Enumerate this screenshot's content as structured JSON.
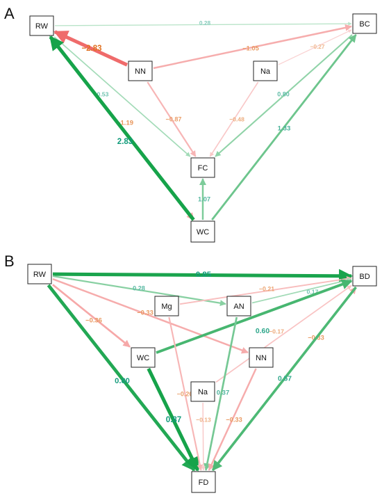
{
  "panels": [
    {
      "letter": "A",
      "nodes": [
        {
          "id": "RW",
          "label": "RW"
        },
        {
          "id": "BC",
          "label": "BC"
        },
        {
          "id": "NN",
          "label": "NN"
        },
        {
          "id": "Na",
          "label": "Na"
        },
        {
          "id": "FC",
          "label": "FC"
        },
        {
          "id": "WC",
          "label": "WC"
        }
      ],
      "edges": [
        {
          "from": "RW",
          "to": "BC",
          "value": 0.28,
          "label": "0.28"
        },
        {
          "from": "NN",
          "to": "RW",
          "value": -2.83,
          "label": "−2.83"
        },
        {
          "from": "NN",
          "to": "BC",
          "value": -1.05,
          "label": "−1.05"
        },
        {
          "from": "Na",
          "to": "BC",
          "value": -0.27,
          "label": "−0.27"
        },
        {
          "from": "RW",
          "to": "FC",
          "value": 0.53,
          "label": "0.53"
        },
        {
          "from": "RW",
          "to": "WC",
          "value": -1.19,
          "label": "−1.19"
        },
        {
          "from": "WC",
          "to": "RW",
          "value": 2.83,
          "label": "2.83"
        },
        {
          "from": "NN",
          "to": "FC",
          "value": -0.87,
          "label": "−0.87"
        },
        {
          "from": "Na",
          "to": "FC",
          "value": -0.48,
          "label": "−0.48"
        },
        {
          "from": "BC",
          "to": "FC",
          "value": 0.8,
          "label": "0.80"
        },
        {
          "from": "WC",
          "to": "BC",
          "value": 1.33,
          "label": "1.33"
        },
        {
          "from": "WC",
          "to": "FC",
          "value": 1.07,
          "label": "1.07"
        }
      ]
    },
    {
      "letter": "B",
      "nodes": [
        {
          "id": "RW",
          "label": "RW"
        },
        {
          "id": "BD",
          "label": "BD"
        },
        {
          "id": "Mg",
          "label": "Mg"
        },
        {
          "id": "AN",
          "label": "AN"
        },
        {
          "id": "WC",
          "label": "WC"
        },
        {
          "id": "NN",
          "label": "NN"
        },
        {
          "id": "Na",
          "label": "Na"
        },
        {
          "id": "FD",
          "label": "FD"
        }
      ],
      "edges": [
        {
          "from": "RW",
          "to": "BD",
          "value": 0.85,
          "label": "0.85"
        },
        {
          "from": "RW",
          "to": "AN",
          "value": 0.28,
          "label": "0.28"
        },
        {
          "from": "Mg",
          "to": "BD",
          "value": -0.21,
          "label": "−0.21"
        },
        {
          "from": "AN",
          "to": "BD",
          "value": 0.17,
          "label": "0.17"
        },
        {
          "from": "RW",
          "to": "NN",
          "value": -0.33,
          "label": "−0.33"
        },
        {
          "from": "RW",
          "to": "WC",
          "value": -0.36,
          "label": "−0.36"
        },
        {
          "from": "WC",
          "to": "BD",
          "value": 0.6,
          "label": "0.60"
        },
        {
          "from": "Na",
          "to": "BD",
          "value": -0.17,
          "label": "−0.17"
        },
        {
          "from": "FD",
          "to": "BD",
          "value": -0.33,
          "label": "−0.33"
        },
        {
          "from": "RW",
          "to": "FD",
          "value": 0.8,
          "label": "0.80"
        },
        {
          "from": "WC",
          "to": "FD",
          "value": 0.87,
          "label": "0.87"
        },
        {
          "from": "Mg",
          "to": "FD",
          "value": -0.26,
          "label": "−0.26"
        },
        {
          "from": "AN",
          "to": "FD",
          "value": 0.37,
          "label": "0.37"
        },
        {
          "from": "Na",
          "to": "FD",
          "value": -0.13,
          "label": "−0.13"
        },
        {
          "from": "NN",
          "to": "FD",
          "value": -0.33,
          "label": "−0.33"
        },
        {
          "from": "BD",
          "to": "FD",
          "value": 0.57,
          "label": "0.57"
        }
      ]
    }
  ],
  "colors": {
    "positive": "#16a34a",
    "negative": "#ef6b6b",
    "positive_label": "#0f9a7a",
    "negative_label": "#e07020"
  }
}
